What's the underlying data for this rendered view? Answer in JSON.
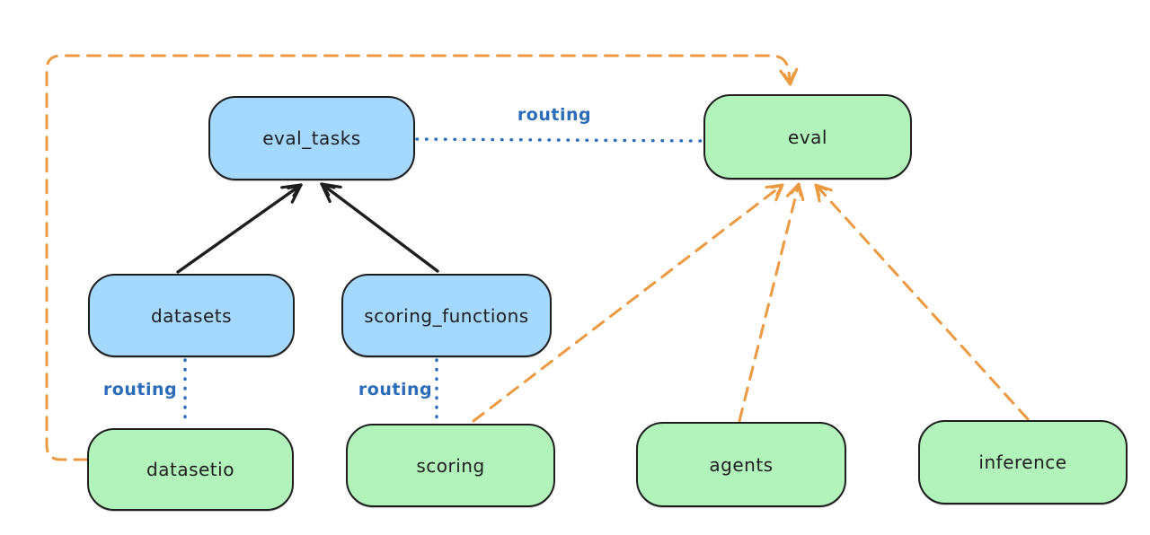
{
  "diagram": {
    "colors": {
      "background": "#ffffff",
      "node-blue": "#a5d8ff",
      "node-green": "#b2f2bb",
      "stroke-dark": "#1e1e1e",
      "routing-blue": "#2b6cb8",
      "orange": "#ec9a41"
    },
    "nodes": [
      {
        "id": "eval_tasks",
        "label": "eval_tasks",
        "fill": "blue"
      },
      {
        "id": "eval",
        "label": "eval",
        "fill": "green"
      },
      {
        "id": "datasets",
        "label": "datasets",
        "fill": "blue"
      },
      {
        "id": "scoring_functions",
        "label": "scoring_functions",
        "fill": "blue"
      },
      {
        "id": "datasetio",
        "label": "datasetio",
        "fill": "green"
      },
      {
        "id": "scoring",
        "label": "scoring",
        "fill": "green"
      },
      {
        "id": "agents",
        "label": "agents",
        "fill": "green"
      },
      {
        "id": "inference",
        "label": "inference",
        "fill": "green"
      }
    ],
    "edge_labels": [
      {
        "id": "routing-eval-tasks-to-eval",
        "text": "routing"
      },
      {
        "id": "routing-datasets-to-datasetio",
        "text": "routing"
      },
      {
        "id": "routing-scoring-functions-scoring",
        "text": "routing"
      }
    ],
    "edges": [
      {
        "from": "datasets",
        "to": "eval_tasks",
        "style": "solid",
        "color": "black",
        "arrow": true,
        "label": ""
      },
      {
        "from": "scoring_functions",
        "to": "eval_tasks",
        "style": "solid",
        "color": "black",
        "arrow": true,
        "label": ""
      },
      {
        "from": "eval_tasks",
        "to": "eval",
        "style": "dotted",
        "color": "blue",
        "arrow": false,
        "label": "routing"
      },
      {
        "from": "datasets",
        "to": "datasetio",
        "style": "dotted",
        "color": "blue",
        "arrow": false,
        "label": "routing"
      },
      {
        "from": "scoring_functions",
        "to": "scoring",
        "style": "dotted",
        "color": "blue",
        "arrow": false,
        "label": "routing"
      },
      {
        "from": "datasetio",
        "to": "eval",
        "style": "dashed",
        "color": "orange",
        "arrow": true,
        "label": ""
      },
      {
        "from": "scoring",
        "to": "eval",
        "style": "dashed",
        "color": "orange",
        "arrow": true,
        "label": ""
      },
      {
        "from": "agents",
        "to": "eval",
        "style": "dashed",
        "color": "orange",
        "arrow": true,
        "label": ""
      },
      {
        "from": "inference",
        "to": "eval",
        "style": "dashed",
        "color": "orange",
        "arrow": true,
        "label": ""
      }
    ]
  }
}
